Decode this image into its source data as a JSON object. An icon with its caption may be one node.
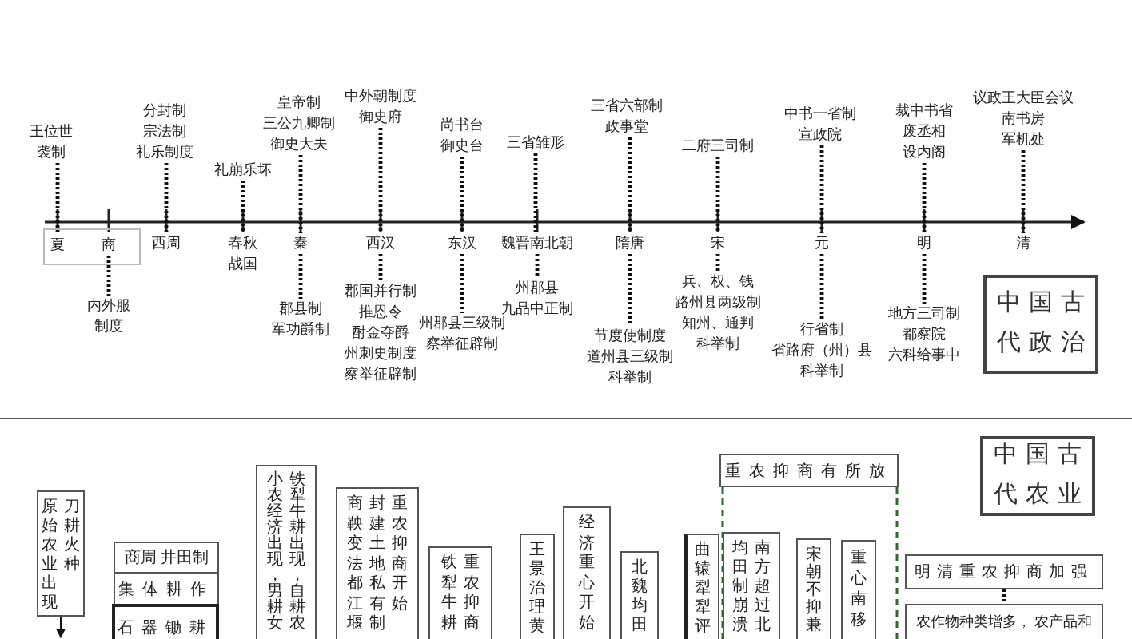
{
  "diagram": {
    "nodes": [
      {
        "text": [],
        "shape": "box"
      },
      {
        "text": [
          "夏"
        ],
        "in": 0
      },
      {
        "text": [
          "商"
        ],
        "in": 0
      },
      {
        "text": [
          "西周"
        ]
      },
      {
        "text": [
          "春秋战国"
        ]
      },
      {
        "text": [
          "秦"
        ]
      },
      {
        "text": [
          "西汉"
        ]
      },
      {
        "text": [
          "东汉"
        ]
      },
      {
        "text": [
          "魏晋南北朝"
        ]
      },
      {
        "text": [
          "隋唐"
        ]
      },
      {
        "text": [
          "宋"
        ]
      },
      {
        "text": [
          "元"
        ]
      },
      {
        "text": [
          "明"
        ]
      },
      {
        "text": [
          "清"
        ]
      },
      {
        "text": [
          "王位世袭制"
        ]
      },
      {
        "text": [
          "分封制",
          "宗法制",
          "礼乐制度"
        ]
      },
      {
        "text": [
          "礼崩乐坏"
        ]
      },
      {
        "text": [
          "皇帝制",
          "三公九卿制",
          "御史大夫"
        ]
      },
      {
        "text": [
          "中外朝制度",
          "御史府"
        ]
      },
      {
        "text": [
          "尚书台",
          "御史台"
        ]
      },
      {
        "text": [
          "三省雏形"
        ]
      },
      {
        "text": [
          "三省六部制",
          "政事堂"
        ]
      },
      {
        "text": [
          "二府三司制"
        ]
      },
      {
        "text": [
          "中书一省制",
          "宣政院"
        ]
      },
      {
        "text": [
          "裁中书省",
          "废丞相",
          "设内阁"
        ]
      },
      {
        "text": [
          "议政王大臣会议",
          "南书房",
          "军机处"
        ]
      },
      {
        "text": [
          "内外服制度"
        ]
      },
      {
        "text": [
          "郡县制",
          "军功爵制"
        ]
      },
      {
        "text": [
          "郡国并行制",
          "推恩令",
          "酎金夺爵",
          "州刺史制度",
          "察举征辟制"
        ]
      },
      {
        "text": [
          "州郡县三级制",
          "察举征辟制"
        ]
      },
      {
        "text": [
          "州郡县",
          "九品中正制"
        ]
      },
      {
        "text": [
          "节度使制度",
          "道州县三级制",
          "科举制"
        ]
      },
      {
        "text": [
          "兵、权、钱",
          "路州县两级制",
          "知州、通判",
          "科举制"
        ]
      },
      {
        "text": [
          "行省制",
          "省路府（州）县",
          "科举制"
        ]
      },
      {
        "text": [
          "地方三司制",
          "都察院",
          "六科给事中"
        ]
      },
      {
        "text": [
          "中国古代政治"
        ]
      },
      {
        "text": [
          "中国古代农业"
        ]
      },
      {
        "text": [
          "原始农业出现",
          "刀耕火种"
        ]
      },
      {
        "text": [
          "商周 井田制"
        ]
      },
      {
        "text": [
          "集体耕作"
        ]
      },
      {
        "text": [
          "石器锄耕"
        ]
      },
      {
        "text": [
          "小农经济出现，男耕女",
          "铁犁牛耕出现，自耕农"
        ]
      },
      {
        "text": [
          "商鞅变法都江堰",
          "封建土地私有制",
          "重农抑商开始"
        ]
      },
      {
        "text": [
          "铁犁牛耕",
          "重农抑商"
        ]
      },
      {
        "text": [
          "王景治理黄"
        ]
      },
      {
        "text": [
          "经济重心开始"
        ]
      },
      {
        "text": [
          "北魏均田"
        ]
      },
      {
        "text": [
          "曲辕犁犁评"
        ]
      },
      {
        "text": [
          "重农抑商有所放"
        ]
      },
      {
        "text": [
          "均田制崩溃",
          "南方超过北"
        ]
      },
      {
        "text": [
          "宋朝不抑兼"
        ]
      },
      {
        "text": [
          "重心南移"
        ]
      },
      {
        "text": [
          "明清重农抑商加强"
        ]
      },
      {
        "text": [
          "农作物种类增多， 农产品和"
        ]
      }
    ],
    "edges": [
      {
        "from": 14,
        "to": 1,
        "arrow": "none",
        "style": "dashed"
      },
      {
        "from": 15,
        "to": 3,
        "arrow": "none",
        "style": "dashed"
      },
      {
        "from": 16,
        "to": 4,
        "arrow": "none",
        "style": "dashed"
      },
      {
        "from": 17,
        "to": 5,
        "arrow": "none",
        "style": "dashed"
      },
      {
        "from": 18,
        "to": 6,
        "arrow": "none",
        "style": "dashed"
      },
      {
        "from": 19,
        "to": 7,
        "arrow": "none",
        "style": "dashed"
      },
      {
        "from": 20,
        "to": 8,
        "arrow": "none",
        "style": "dashed"
      },
      {
        "from": 21,
        "to": 9,
        "arrow": "none",
        "style": "dashed"
      },
      {
        "from": 22,
        "to": 10,
        "arrow": "none",
        "style": "dashed"
      },
      {
        "from": 23,
        "to": 11,
        "arrow": "none",
        "style": "dashed"
      },
      {
        "from": 24,
        "to": 12,
        "arrow": "none",
        "style": "dashed"
      },
      {
        "from": 25,
        "to": 13,
        "arrow": "none",
        "style": "dashed"
      },
      {
        "from": 2,
        "to": 26,
        "arrow": "none",
        "style": "dashed"
      },
      {
        "from": 5,
        "to": 27,
        "arrow": "none",
        "style": "dashed"
      },
      {
        "from": 6,
        "to": 28,
        "arrow": "none",
        "style": "dashed"
      },
      {
        "from": 7,
        "to": 29,
        "arrow": "none",
        "style": "dashed"
      },
      {
        "from": 8,
        "to": 30,
        "arrow": "none",
        "style": "dashed"
      },
      {
        "from": 9,
        "to": 31,
        "arrow": "none",
        "style": "dashed"
      },
      {
        "from": 10,
        "to": 32,
        "arrow": "none",
        "style": "dashed"
      },
      {
        "from": 11,
        "to": 33,
        "arrow": "none",
        "style": "dashed"
      },
      {
        "from": 12,
        "to": 34,
        "arrow": "none",
        "style": "dashed"
      },
      {
        "from": 52,
        "to": 53,
        "arrow": "none",
        "style": "dashed"
      },
      {
        "from": 37,
        "to": null,
        "arrow": "to"
      }
    ]
  }
}
